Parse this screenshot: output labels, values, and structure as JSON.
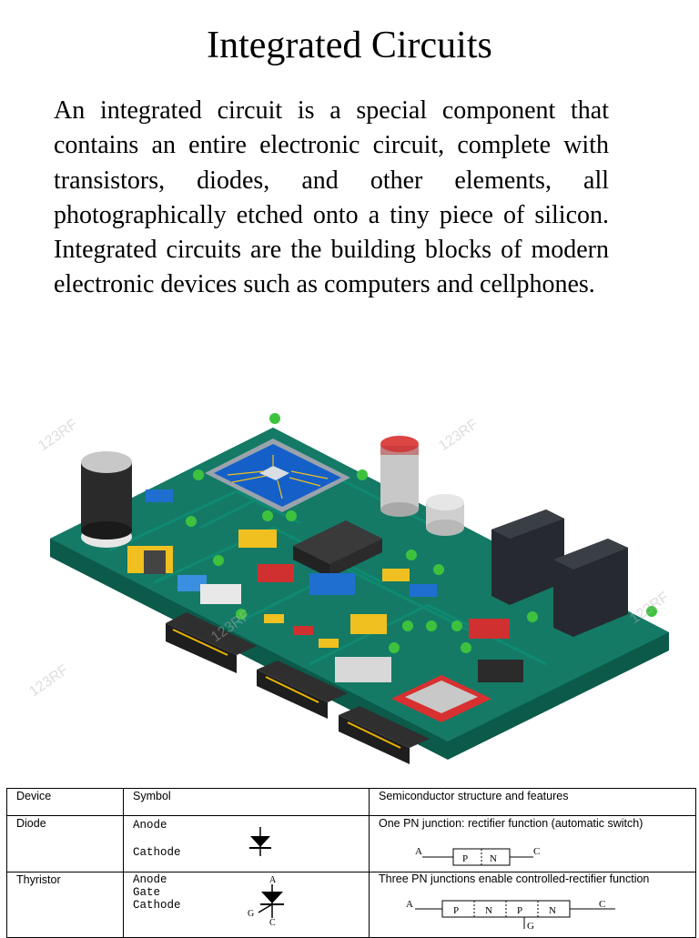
{
  "slide": {
    "title": "Integrated Circuits",
    "paragraph": "An integrated circuit is a special component that contains an entire electronic circuit, complete with transistors, diodes, and other elements, all photographically etched onto a tiny piece of silicon. Integrated circuits are the building blocks of modern electronic devices such as computers and cellphones."
  },
  "illustration": {
    "watermark": "123RF",
    "colors": {
      "board": "#147a66",
      "board_edge": "#0b5a4a",
      "chip": "#1560c8",
      "capacitor": "#2a2a2a"
    }
  },
  "table": {
    "headers": [
      "Device",
      "Symbol",
      "Semiconductor structure and features"
    ],
    "rows": [
      {
        "device": "Diode",
        "symbol_labels": [
          "Anode",
          "Cathode"
        ],
        "features": "One PN junction: rectifier function (automatic switch)",
        "structure": {
          "left": "A",
          "right": "C",
          "layers": [
            "P",
            "N"
          ]
        }
      },
      {
        "device": "Thyristor",
        "symbol_labels": [
          "Anode",
          "Gate",
          "Cathode"
        ],
        "symbol_terminals": [
          "A",
          "G",
          "C"
        ],
        "features": "Three PN junctions enable controlled-rectifier function",
        "structure": {
          "left": "A",
          "right": "C",
          "gate": "G",
          "layers": [
            "P",
            "N",
            "P",
            "N"
          ]
        }
      }
    ]
  }
}
